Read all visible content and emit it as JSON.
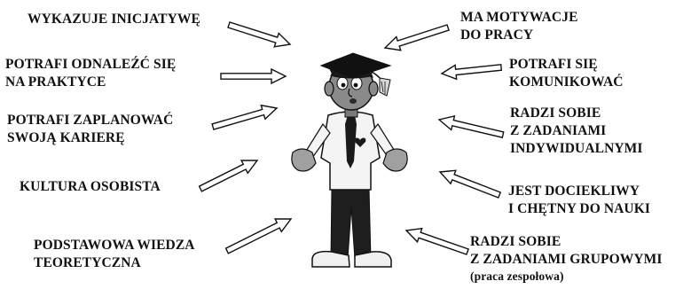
{
  "colors": {
    "ink": "#111111",
    "paper": "#ffffff",
    "skin": "#8c8c8c",
    "dark": "#2a2a2a",
    "light": "#f2f2f2"
  },
  "figure": {
    "icon": "graduate-student-figure"
  },
  "left_labels": [
    {
      "lines": [
        "WYKAZUJE INICJATYWĘ"
      ]
    },
    {
      "lines": [
        "POTRAFI ODNALEŹĆ SIĘ",
        "NA PRAKTYCE"
      ]
    },
    {
      "lines": [
        "POTRAFI ZAPLANOWAĆ",
        "SWOJĄ KARIERĘ"
      ]
    },
    {
      "lines": [
        "KULTURA OSOBISTA"
      ]
    },
    {
      "lines": [
        "PODSTAWOWA WIEDZA",
        "TEORETYCZNA"
      ]
    }
  ],
  "right_labels": [
    {
      "lines": [
        "MA MOTYWACJE",
        "DO PRACY"
      ]
    },
    {
      "lines": [
        "POTRAFI SIĘ",
        "KOMUNIKOWAĆ"
      ]
    },
    {
      "lines": [
        "RADZI SOBIE",
        "Z ZADANIAMI",
        "INDYWIDUALNYMI"
      ]
    },
    {
      "lines": [
        "JEST DOCIEKLIWY",
        "I CHĘTNY DO NAUKI"
      ]
    },
    {
      "lines": [
        "RADZI SOBIE",
        "Z ZADANIAMI GRUPOWYMI"
      ],
      "note": "(praca zespołowa)"
    }
  ]
}
